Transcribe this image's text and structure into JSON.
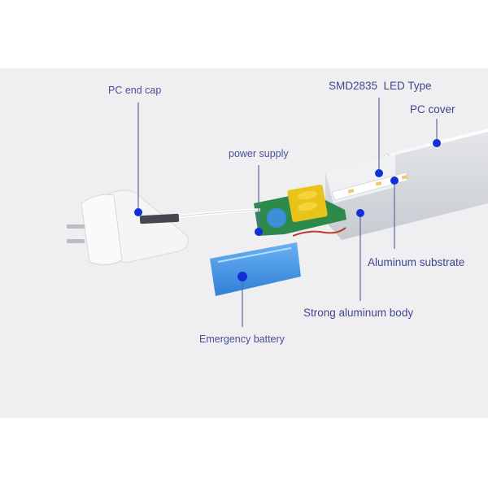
{
  "diagram": {
    "subject": "LED tube light exploded view",
    "colors": {
      "background": "#efeff1",
      "label_text": "#4a4f9a",
      "leader_line": "#5a6aa0",
      "marker_dot": "#1230d8",
      "battery": "#3f8ee0",
      "pcb": "#2e8a4a",
      "transformer": "#e9c21a"
    },
    "labels": [
      {
        "id": "pc-end-cap",
        "text": "PC end cap"
      },
      {
        "id": "power-supply",
        "text": "power supply"
      },
      {
        "id": "smd-led-type",
        "text": "SMD2835  LED Type"
      },
      {
        "id": "pc-cover",
        "text": "PC cover"
      },
      {
        "id": "aluminum-substrate",
        "text": "Aluminum substrate"
      },
      {
        "id": "strong-aluminum-body",
        "text": "Strong aluminum body"
      },
      {
        "id": "emergency-battery",
        "text": "Emergency battery"
      }
    ]
  }
}
